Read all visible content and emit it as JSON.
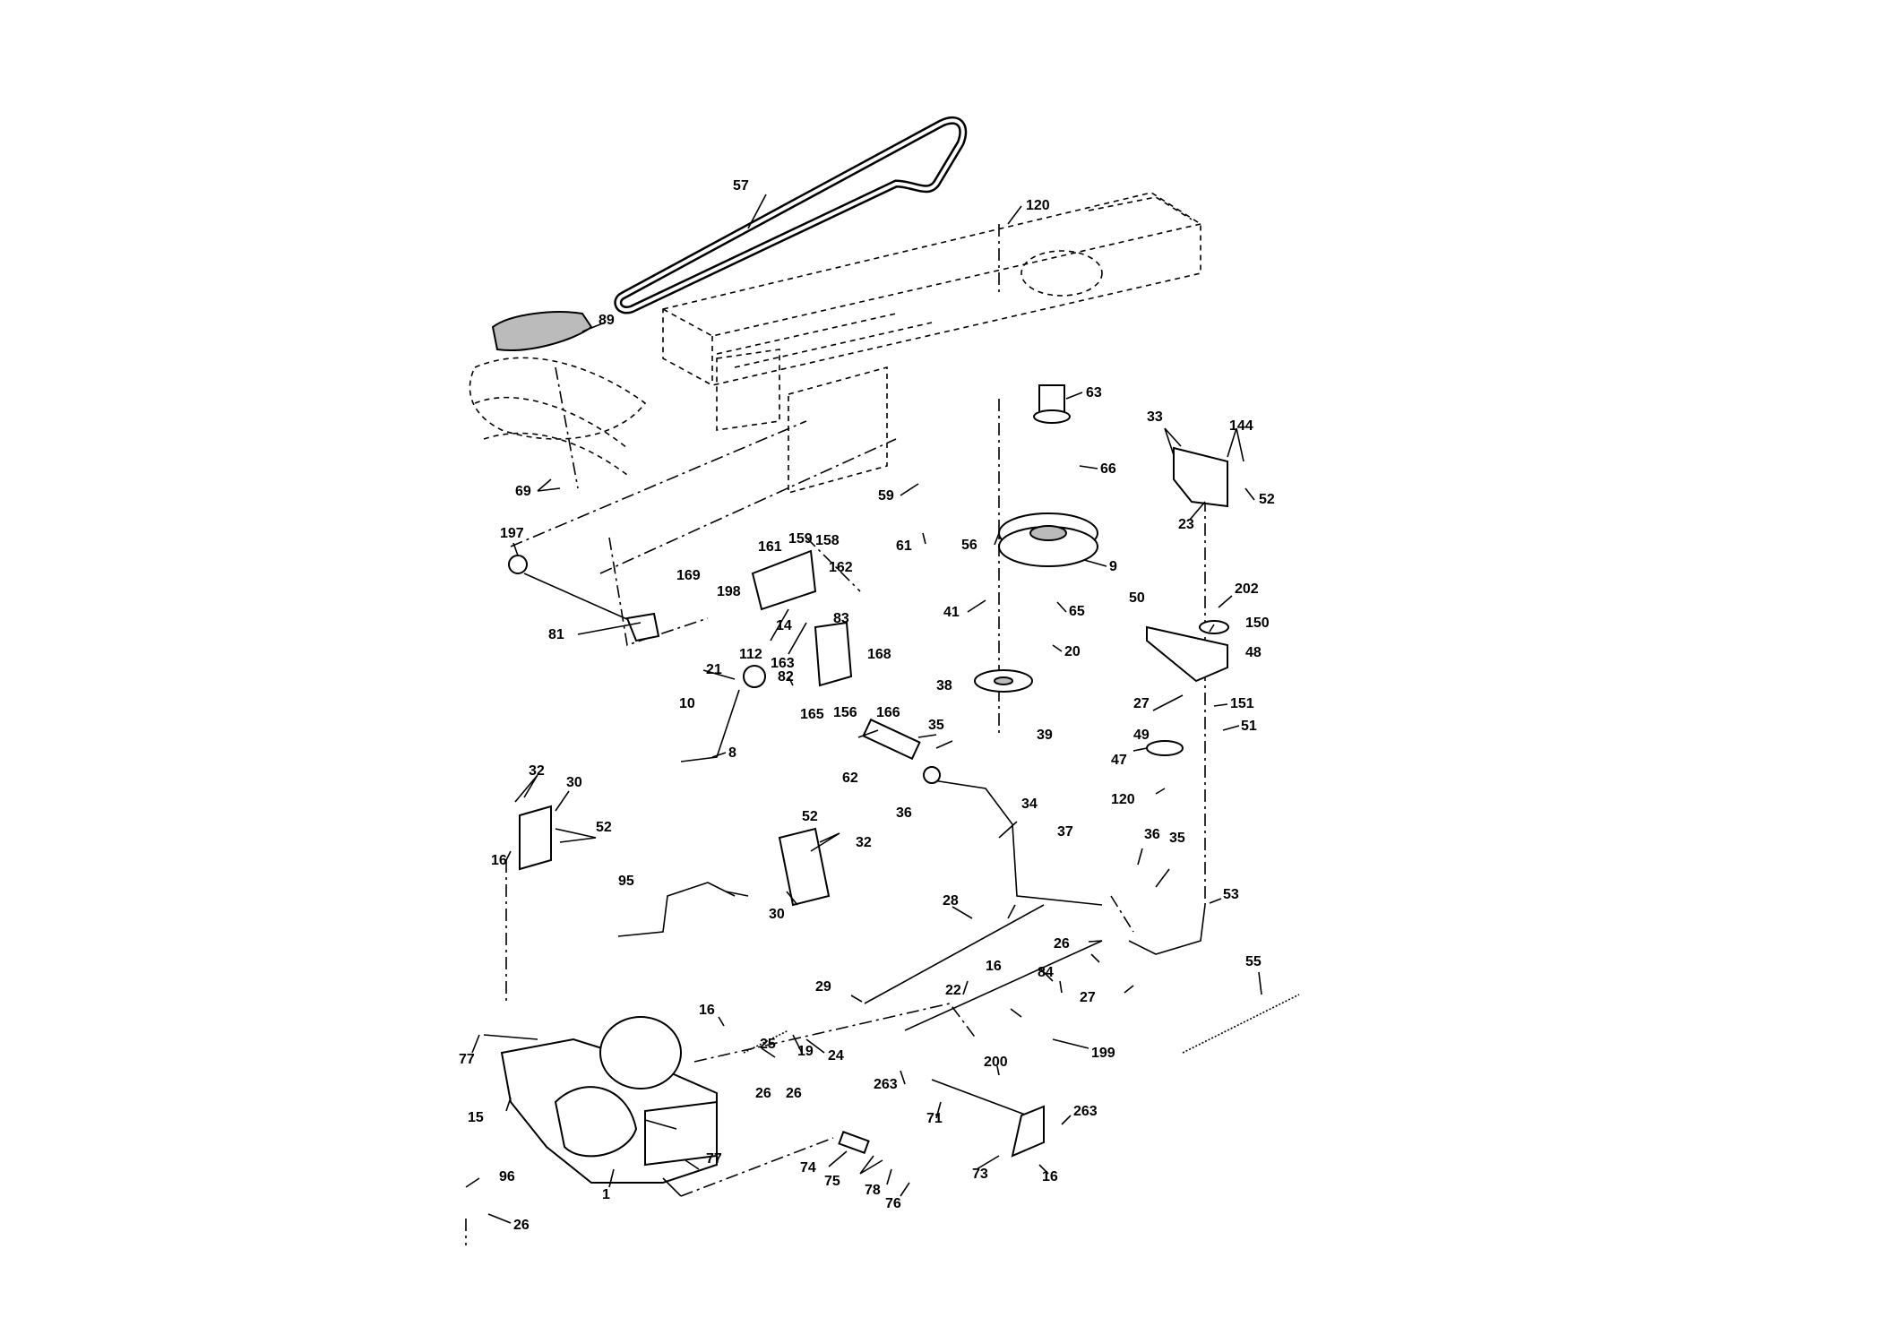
{
  "callouts": [
    {
      "label": "57"
    },
    {
      "label": "120"
    },
    {
      "label": "89"
    },
    {
      "label": "63"
    },
    {
      "label": "33"
    },
    {
      "label": "144"
    },
    {
      "label": "66"
    },
    {
      "label": "69"
    },
    {
      "label": "59"
    },
    {
      "label": "52"
    },
    {
      "label": "23"
    },
    {
      "label": "197"
    },
    {
      "label": "161"
    },
    {
      "label": "159"
    },
    {
      "label": "158"
    },
    {
      "label": "61"
    },
    {
      "label": "56"
    },
    {
      "label": "9"
    },
    {
      "label": "169"
    },
    {
      "label": "198"
    },
    {
      "label": "162"
    },
    {
      "label": "50"
    },
    {
      "label": "202"
    },
    {
      "label": "41"
    },
    {
      "label": "65"
    },
    {
      "label": "81"
    },
    {
      "label": "112"
    },
    {
      "label": "14"
    },
    {
      "label": "83"
    },
    {
      "label": "150"
    },
    {
      "label": "20"
    },
    {
      "label": "163"
    },
    {
      "label": "168"
    },
    {
      "label": "48"
    },
    {
      "label": "21"
    },
    {
      "label": "82"
    },
    {
      "label": "38"
    },
    {
      "label": "156"
    },
    {
      "label": "166"
    },
    {
      "label": "27"
    },
    {
      "label": "151"
    },
    {
      "label": "10"
    },
    {
      "label": "165"
    },
    {
      "label": "49"
    },
    {
      "label": "51"
    },
    {
      "label": "35"
    },
    {
      "label": "39"
    },
    {
      "label": "8"
    },
    {
      "label": "47"
    },
    {
      "label": "62"
    },
    {
      "label": "32"
    },
    {
      "label": "30"
    },
    {
      "label": "36"
    },
    {
      "label": "120"
    },
    {
      "label": "34"
    },
    {
      "label": "52"
    },
    {
      "label": "52"
    },
    {
      "label": "37"
    },
    {
      "label": "16"
    },
    {
      "label": "32"
    },
    {
      "label": "36"
    },
    {
      "label": "35"
    },
    {
      "label": "95"
    },
    {
      "label": "30"
    },
    {
      "label": "28"
    },
    {
      "label": "53"
    },
    {
      "label": "26"
    },
    {
      "label": "55"
    },
    {
      "label": "16"
    },
    {
      "label": "84"
    },
    {
      "label": "29"
    },
    {
      "label": "22"
    },
    {
      "label": "27"
    },
    {
      "label": "16"
    },
    {
      "label": "25"
    },
    {
      "label": "19"
    },
    {
      "label": "24"
    },
    {
      "label": "199"
    },
    {
      "label": "77"
    },
    {
      "label": "200"
    },
    {
      "label": "26"
    },
    {
      "label": "26"
    },
    {
      "label": "263"
    },
    {
      "label": "71"
    },
    {
      "label": "263"
    },
    {
      "label": "15"
    },
    {
      "label": "77"
    },
    {
      "label": "74"
    },
    {
      "label": "73"
    },
    {
      "label": "16"
    },
    {
      "label": "75"
    },
    {
      "label": "78"
    },
    {
      "label": "96"
    },
    {
      "label": "1"
    },
    {
      "label": "76"
    },
    {
      "label": "26"
    }
  ]
}
